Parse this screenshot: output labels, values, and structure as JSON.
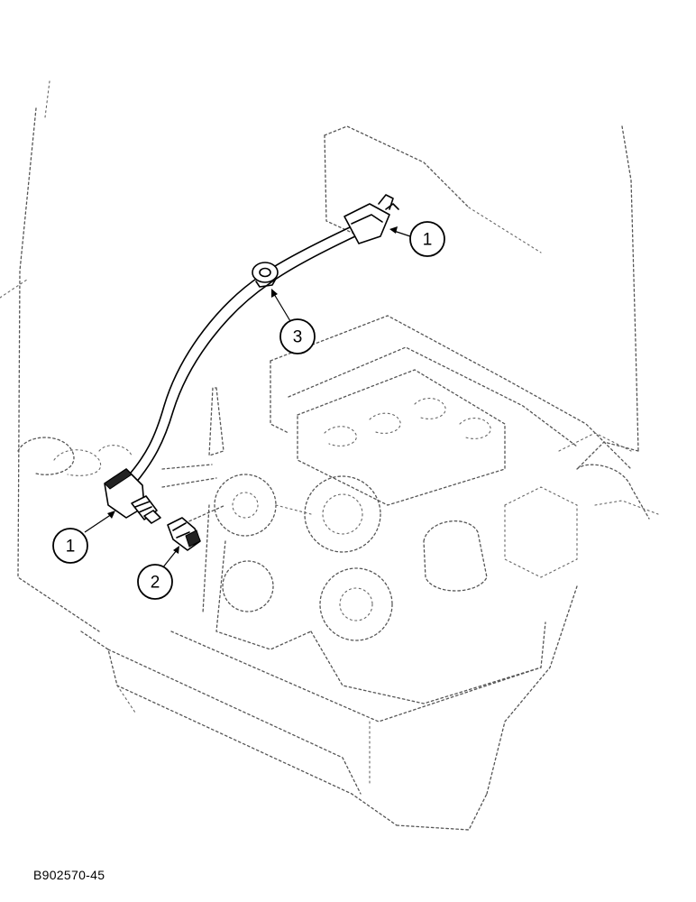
{
  "figure_id": "B902570-45",
  "callouts": [
    {
      "label": "1",
      "part": "switch-connector"
    },
    {
      "label": "1",
      "part": "pressure-switch"
    },
    {
      "label": "2",
      "part": "fitting"
    },
    {
      "label": "3",
      "part": "grommet"
    }
  ]
}
